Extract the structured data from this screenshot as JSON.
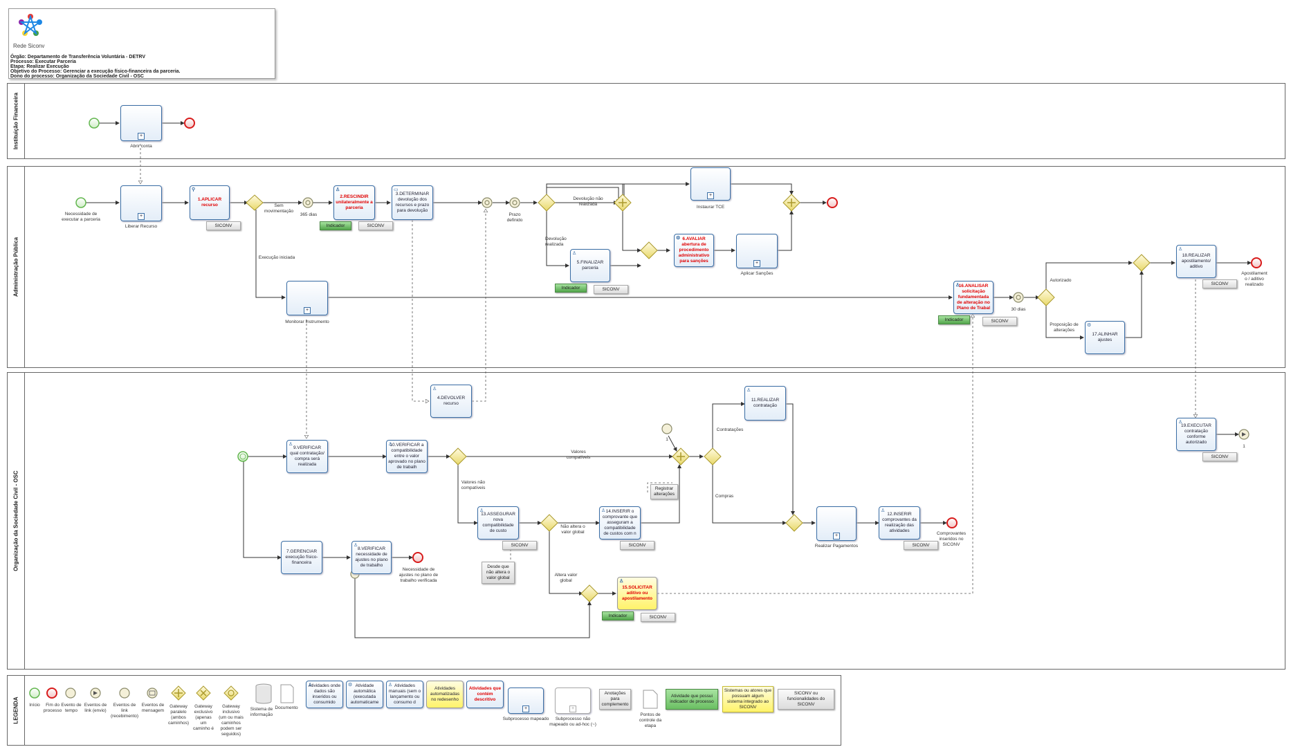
{
  "header": {
    "brand": "Rede Siconv",
    "lines": [
      "Órgão: Departamento de Transferência Voluntária - DETRV",
      "Processo: Executar Parceria",
      "Etapa: Realizar Execução",
      "Objetivo do Processo: Gerenciar a execução físico-financeira da parceria.",
      "Dono do processo: Organização da Sociedade Civil - OSC"
    ]
  },
  "lanes": {
    "instituicao": "Instituição Financeira",
    "administracao": "Administração Pública",
    "osc": "Organização da Sociedade Civil - OSC",
    "legenda": "LEGENDA"
  },
  "tasks": {
    "abrir_conta": "Abrir conta",
    "liberar_recurso": "Liberar Recurso",
    "t1": "1.APLICAR recurso",
    "t2": "2.RESCINDIR unilateralmente a parceria",
    "t3": "3.DETERMINAR devolução dos recursos e prazo para devolução",
    "t4": "4.DEVOLVER recurso",
    "t5": "5.FINALIZAR parceria",
    "t6": "6.AVALIAR abertura de procedimento administrativo para sanções",
    "instaurar_tce": "Instaurar TCE",
    "aplicar_sancoes": "Aplicar Sanções",
    "monitorar": "Monitorar Instrumento",
    "t7": "7.GERENCIAR execução físico-financeira",
    "t8": "8.VERIFICAR necessidade de ajustes no plano de trabalho",
    "t9": "9.VERIFICAR qual contratação/ compra será realizada",
    "t10": "10.VERIFICAR a compatibilidade entre o valor aprovado no plano de trabalh",
    "t11": "11.REALIZAR contratação",
    "t12": "12.INSERIR comprovantes da realização das atividades",
    "t13": "13.ASSEGURAR nova compatibilidade de custo",
    "t14": "14.INSERIR o comprovante que asseguram a compatibilidade de custos com n",
    "t15": "15.SOLICITAR aditivo ou apostilamento",
    "t16": "16.ANALISAR solicitação fundamentada de alteração no Plano de Trabal",
    "t17": "17.ALINHAR ajustes",
    "t18": "18.REALIZAR apostilamento/ aditivo",
    "t19": "19.EXECUTAR contratação conforme autorizado",
    "realizar_pagamentos": "Realizar Pagamentos"
  },
  "labels": {
    "necessidade": "Necessidade de executar a parceria",
    "sem_mov": "Sem movimentação",
    "dias365": "365 dias",
    "prazo": "Prazo definido",
    "dev_nao": "Devolução não realizada",
    "dev_real": "Devolução realizada",
    "exec_iniciada": "Execução iniciada",
    "dias30": "30 dias",
    "autorizado": "Autorizado",
    "proposicao": "Proposição de alterações",
    "apostilamento_realizado": "Apostilament o / aditivo realizado",
    "valores_compat": "Valores compatíveis",
    "valores_nao": "Valores não compatíveis",
    "contratacoes": "Contratações",
    "compras": "Compras",
    "nao_altera": "Não altera o valor global",
    "altera": "Altera valor global",
    "nec_ajustes": "Necessidade de ajustes no plano de trabalho verificada",
    "comprovantes": "Comprovantes inseridos no SICONV",
    "link1": "1",
    "registrar": "Registrar alterações",
    "desde_que": "Desde que não altera o valor global"
  },
  "tags": {
    "siconv": "SICONV",
    "indicador": "Indicador"
  },
  "legend": {
    "items": [
      "Início",
      "Fim do processo",
      "Evento de tempo",
      "Eventos de link (envio)",
      "Eventos de link (recebimento)",
      "Eventos de mensagem",
      "Gateway paralelo (ambos caminhos)",
      "Gateway exclusivo (apenas um caminho é seguido)",
      "Gateway inclusivo (um ou mais caminhos podem ser seguidos)",
      "Sistema de informação",
      "Documento"
    ],
    "boxes": {
      "insere": "Atividades onde dados são inseridos ou consumido",
      "automatica": "Atividade automática (executada automaticame",
      "manuais": "Atividades manuais (sem o lançamento ou consumo d",
      "automatizadas": "Atividades automatizadas no redesenho",
      "descritivo": "Atividades que contém descritivo",
      "subprocesso": "Subprocesso mapeado",
      "nao_mapeado": "Subprocesso não mapeado ou ad-hoc (~)",
      "anotacoes": "Anotações para complemento",
      "pontos": "Pontos de controle da etapa",
      "indicador": "Atividade que possui indicador de processo",
      "sistemas": "Sistemas ou atores que possuam algum sistema integrado ao SICONV",
      "siconv": "SICONV ou funcionalidades do SICONV"
    }
  },
  "colors": {
    "task_border": "#3a6ea5",
    "start": "#62b64e",
    "end": "#d81b1b",
    "gateway": "#c8b430",
    "indicator": "#52a64b",
    "highlight_yellow": "#fff36a",
    "red_text": "#e00000"
  }
}
